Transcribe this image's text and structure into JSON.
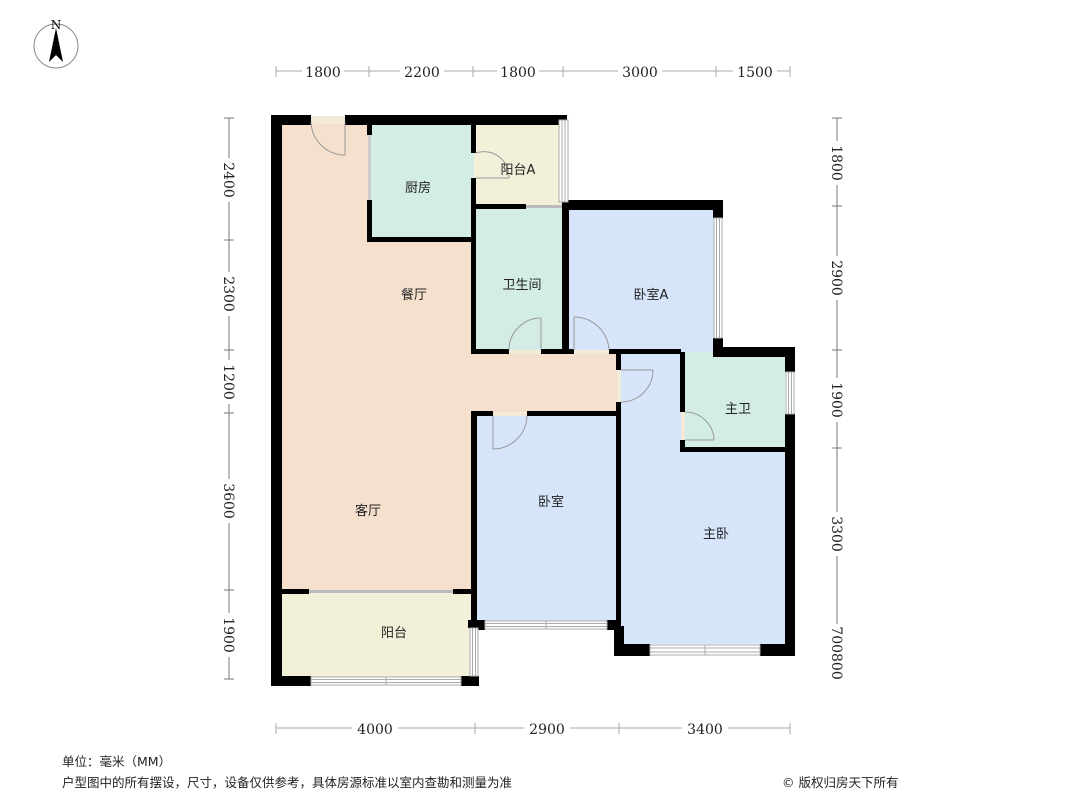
{
  "compass": {
    "label": "N"
  },
  "dimensions": {
    "top": [
      "1800",
      "2200",
      "1800",
      "3000",
      "1500"
    ],
    "bottom": [
      "4000",
      "2900",
      "3400"
    ],
    "left": [
      "2400",
      "2300",
      "1200",
      "3600",
      "1900"
    ],
    "right": [
      "1800",
      "2900",
      "1900",
      "3300",
      "700800"
    ]
  },
  "rooms": {
    "kitchen": "厨房",
    "balcony_a": "阳台A",
    "dining": "餐厅",
    "bathroom": "卫生间",
    "bedroom_a": "卧室A",
    "master_bath": "主卫",
    "living": "客厅",
    "bedroom": "卧室",
    "master_bedroom": "主卧",
    "balcony": "阳台"
  },
  "colors": {
    "living": "#f5e0cd",
    "wet": "#d3ede6",
    "bedroom": "#d7e5fb",
    "balcony": "#f2f0d9",
    "wall": "#000000"
  },
  "footer": {
    "unit": "单位：毫米（MM）",
    "disclaimer": "户型图中的所有摆设，尺寸，设备仅供参考，具体房源标准以室内查勘和测量为准",
    "copyright": "© 版权归房天下所有"
  }
}
